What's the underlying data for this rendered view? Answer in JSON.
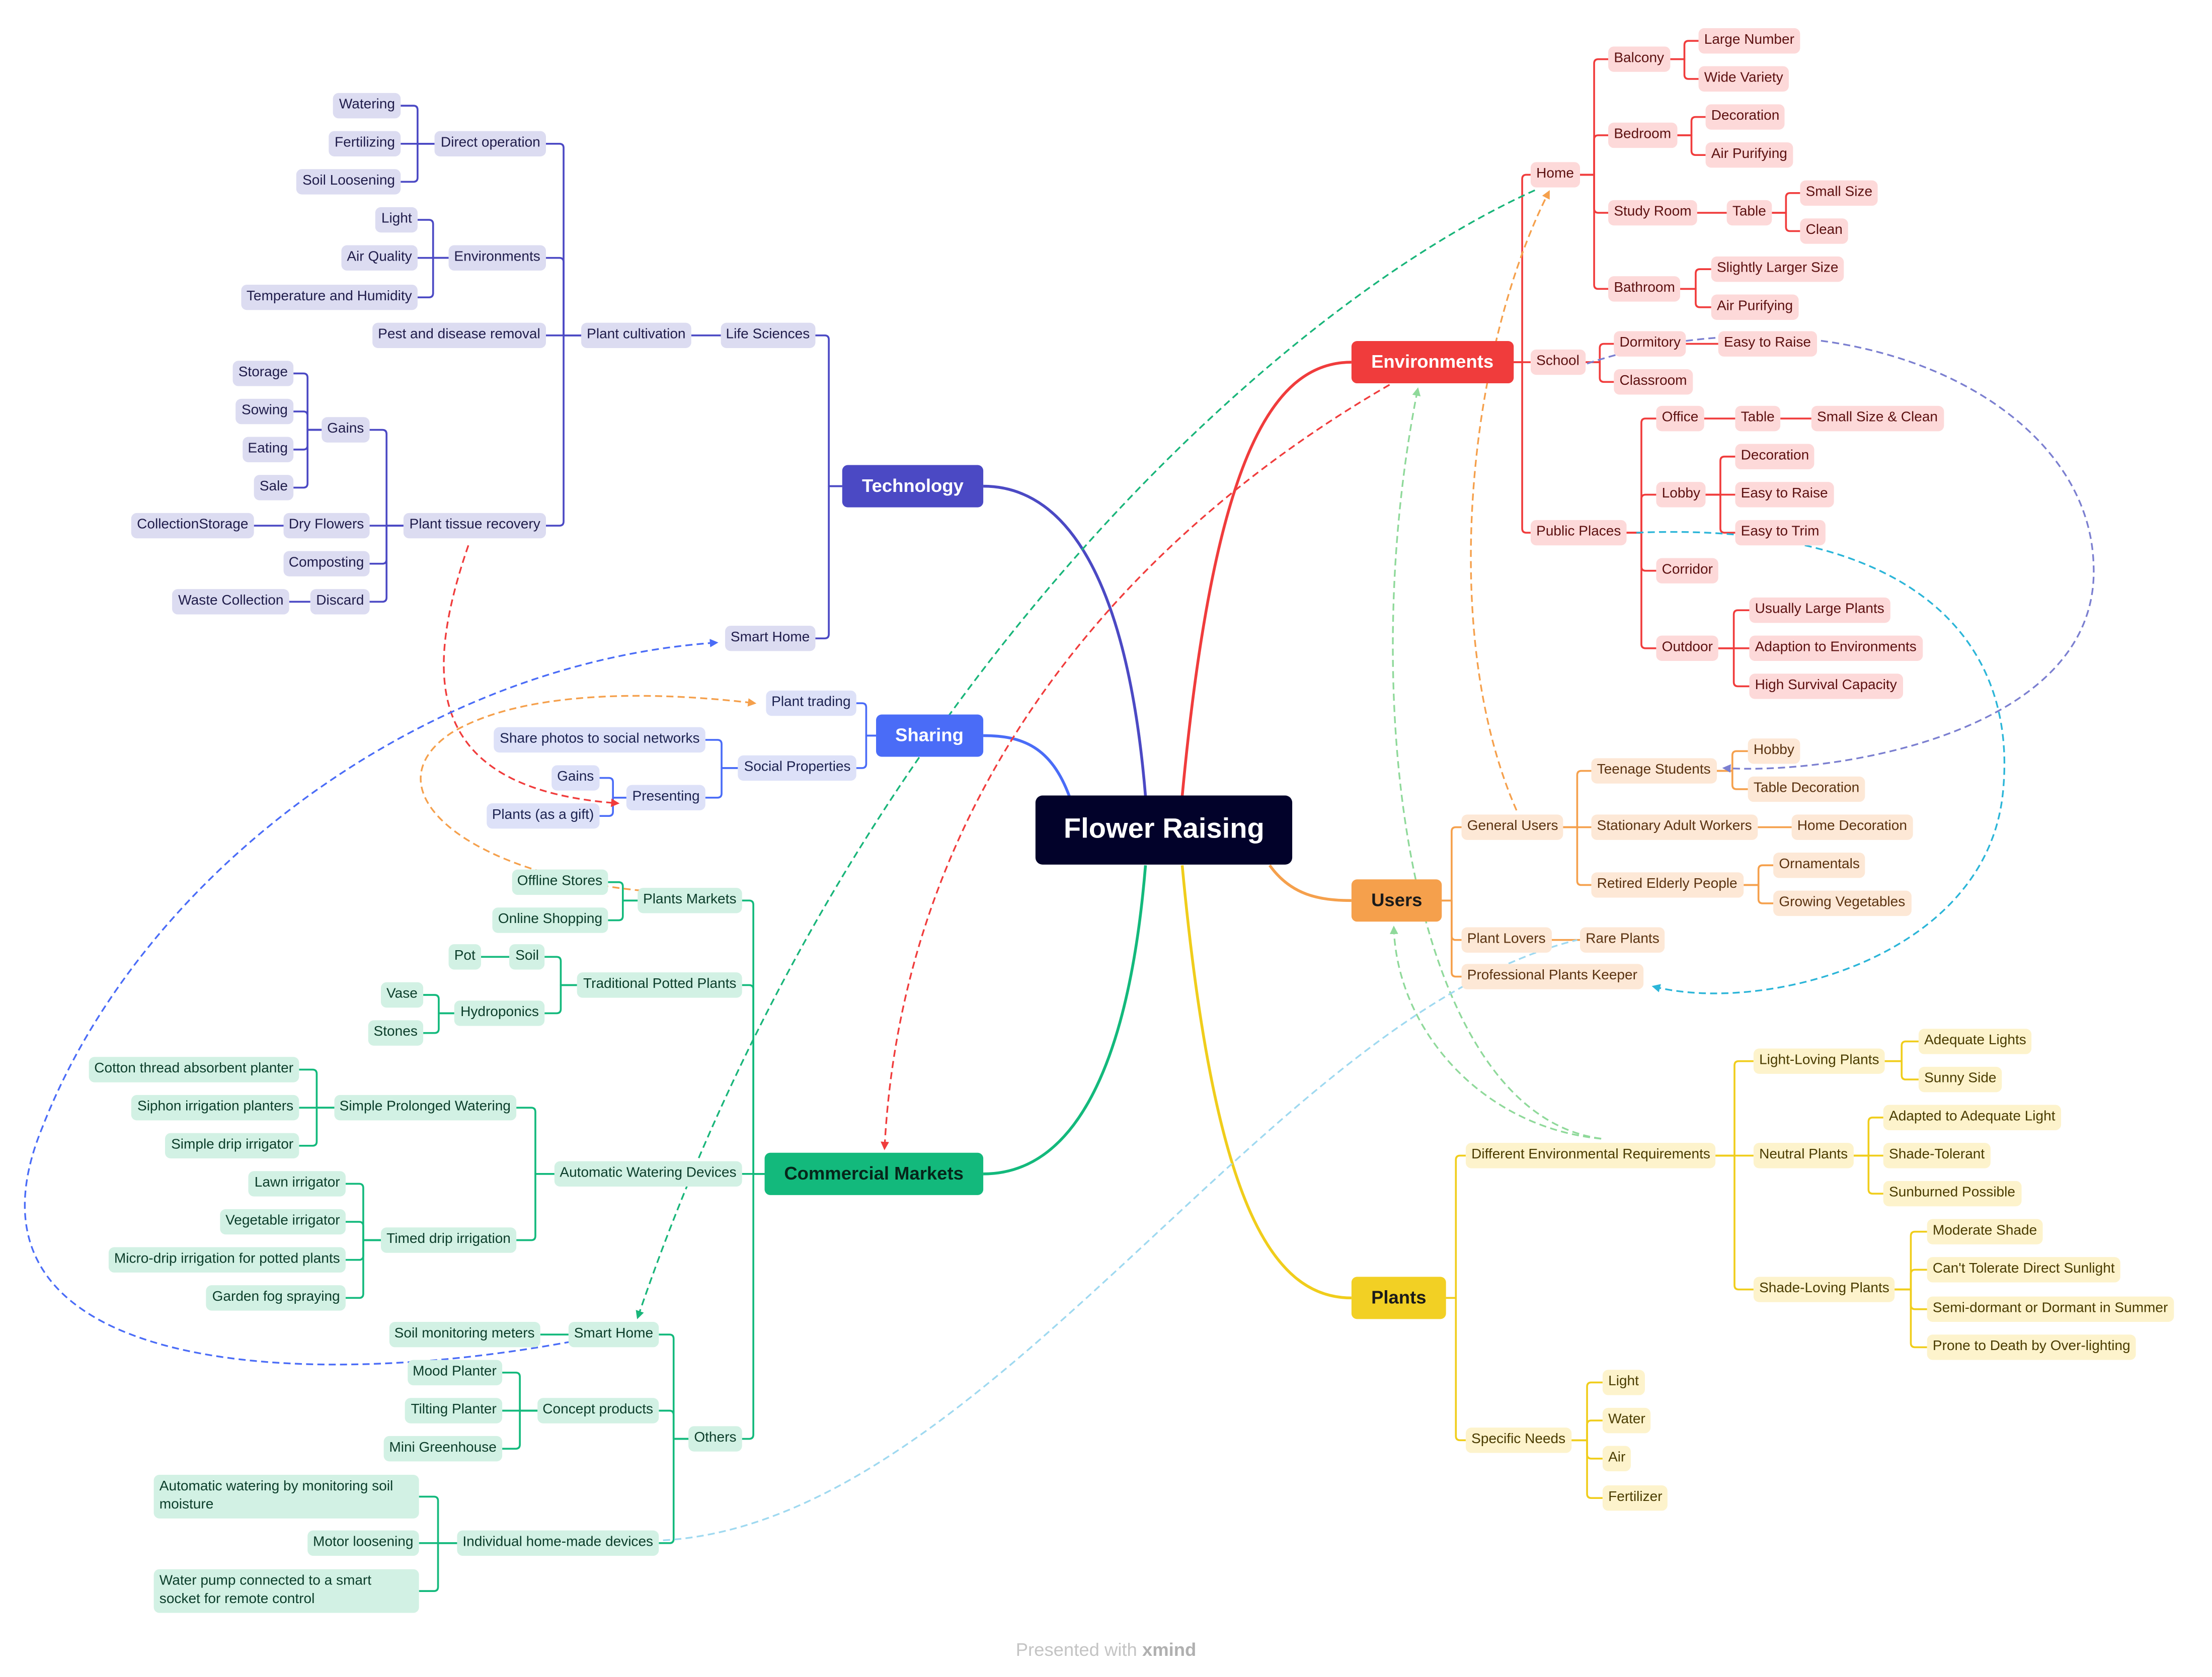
{
  "colors": {
    "tech": "#4b49c4",
    "sharing": "#4a6cf7",
    "commercial": "#13b97c",
    "env": "#f03c3c",
    "users": "#f5a04c",
    "plants": "#f0cd1b",
    "root": "#02022a"
  },
  "nodes": {
    "root": "Flower Raising",
    "tech": "Technology",
    "sharing": "Sharing",
    "commercial": "Commercial Markets",
    "env": "Environments",
    "users": "Users",
    "plants": "Plants",
    "t_ls": "Life Sciences",
    "t_sh": "Smart Home",
    "t_pc": "Plant cultivation",
    "t_do": "Direct operation",
    "t_env": "Environments",
    "t_pest": "Pest and disease removal",
    "t_ptr": "Plant tissue recovery",
    "t_water": "Watering",
    "t_fert": "Fertilizing",
    "t_soil": "Soil Loosening",
    "t_light": "Light",
    "t_air": "Air Quality",
    "t_temp": "Temperature and Humidity",
    "t_gains": "Gains",
    "t_dry": "Dry Flowers",
    "t_comp": "Composting",
    "t_disc": "Discard",
    "t_stor": "Storage",
    "t_sow": "Sowing",
    "t_eat": "Eating",
    "t_sale": "Sale",
    "t_coll": "CollectionStorage",
    "t_waste": "Waste Collection",
    "s_trade": "Plant trading",
    "s_social": "Social Properties",
    "s_photos": "Share photos to social networks",
    "s_present": "Presenting",
    "s_gains": "Gains",
    "s_gift": "Plants (as a gift)",
    "c_pm": "Plants Markets",
    "c_tpp": "Traditional Potted Plants",
    "c_awd": "Automatic Watering Devices",
    "c_oth": "Others",
    "c_off": "Offline Stores",
    "c_onl": "Online Shopping",
    "c_soil": "Soil",
    "c_pot": "Pot",
    "c_hyd": "Hydroponics",
    "c_vase": "Vase",
    "c_stones": "Stones",
    "c_spw": "Simple Prolonged Watering",
    "c_tdi": "Timed drip irrigation",
    "c_cot": "Cotton thread absorbent planter",
    "c_siph": "Siphon irrigation planters",
    "c_sdrip": "Simple drip irrigator",
    "c_lawn": "Lawn irrigator",
    "c_veg": "Vegetable irrigator",
    "c_micro": "Micro-drip irrigation for potted plants",
    "c_fog": "Garden fog spraying",
    "c_sh": "Smart Home",
    "c_smm": "Soil monitoring meters",
    "c_concept": "Concept products",
    "c_mood": "Mood Planter",
    "c_tilt": "Tilting Planter",
    "c_mini": "Mini Greenhouse",
    "c_ind": "Individual home-made devices",
    "c_auto": "Automatic watering by monitoring soil moisture",
    "c_motor": "Motor loosening",
    "c_pump": "Water pump connected to a smart socket for remote control",
    "e_home": "Home",
    "e_school": "School",
    "e_pub": "Public Places",
    "e_balc": "Balcony",
    "e_bed": "Bedroom",
    "e_study": "Study Room",
    "e_bath": "Bathroom",
    "e_large": "Large Number",
    "e_wide": "Wide Variety",
    "e_deco": "Decoration",
    "e_airp": "Air Purifying",
    "e_table": "Table",
    "e_small": "Small Size",
    "e_clean": "Clean",
    "e_slight": "Slightly Larger Size",
    "e_airp2": "Air Purifying",
    "e_dorm": "Dormitory",
    "e_class": "Classroom",
    "e_easy": "Easy to Raise",
    "e_office": "Office",
    "e_lobby": "Lobby",
    "e_corr": "Corridor",
    "e_out": "Outdoor",
    "e_table2": "Table",
    "e_ssc": "Small Size & Clean",
    "e_deco2": "Decoration",
    "e_easy2": "Easy to Raise",
    "e_trim": "Easy to Trim",
    "e_ulp": "Usually Large Plants",
    "e_adapt": "Adaption to Environments",
    "e_hsc": "High Survival Capacity",
    "u_gen": "General Users",
    "u_lov": "Plant Lovers",
    "u_pro": "Professional Plants Keeper",
    "u_teen": "Teenage Students",
    "u_stat": "Stationary Adult Workers",
    "u_ret": "Retired Elderly People",
    "u_hobby": "Hobby",
    "u_tdeco": "Table Decoration",
    "u_hdeco": "Home Decoration",
    "u_orn": "Ornamentals",
    "u_veg": "Growing Vegetables",
    "u_rare": "Rare Plants",
    "p_diff": "Different Environmental Requirements",
    "p_spec": "Specific Needs",
    "p_ll": "Light-Loving Plants",
    "p_np": "Neutral Plants",
    "p_sl": "Shade-Loving Plants",
    "p_adl": "Adequate Lights",
    "p_sunny": "Sunny Side",
    "p_aal": "Adapted to Adequate Light",
    "p_st": "Shade-Tolerant",
    "p_sp": "Sunburned Possible",
    "p_ms": "Moderate Shade",
    "p_ctds": "Can't Tolerate Direct Sunlight",
    "p_semi": "Semi-dormant or Dormant in Summer",
    "p_prone": "Prone to Death by Over-lighting",
    "p_light": "Light",
    "p_water": "Water",
    "p_air": "Air",
    "p_fert": "Fertilizer"
  },
  "footer": {
    "prefix": "Presented with ",
    "brand": "xmind"
  }
}
